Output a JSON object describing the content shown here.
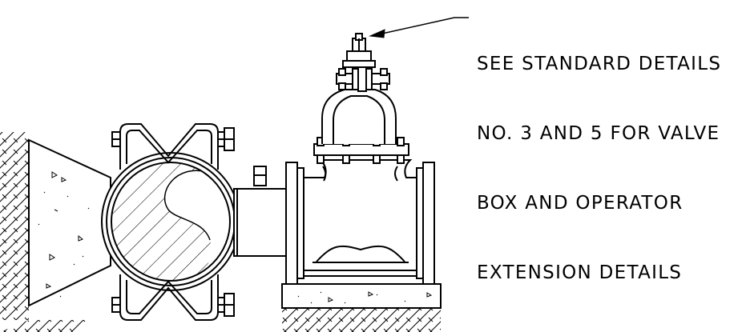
{
  "callout": {
    "lines": [
      "SEE STANDARD DETAILS",
      "NO. 3 AND 5 FOR VALVE",
      "BOX AND OPERATOR",
      "EXTENSION DETAILS"
    ]
  },
  "colors": {
    "line": "#000000",
    "background": "#ffffff"
  }
}
